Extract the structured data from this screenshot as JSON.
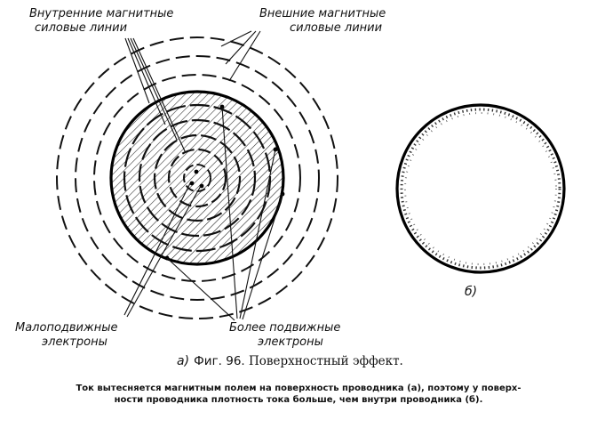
{
  "labels": {
    "inner_lines": [
      "Внутренние магнитные",
      "силовые линии"
    ],
    "outer_lines": [
      "Внешние магнитные",
      "силовые линии"
    ],
    "immobile_electrons": [
      "Малоподвижные",
      "электроны"
    ],
    "mobile_electrons": [
      "Более подвижные",
      "электроны"
    ],
    "sub_a": "а)",
    "sub_b": "б)"
  },
  "caption": {
    "figure": "Фиг. 96.",
    "title": "Поверхностный эффект.",
    "text_line1": "Ток вытесняется магнитным полем на поверхность проводника (а), поэтому у поверх-",
    "text_line2": "ности проводника плотность тока больше, чем внутри проводника (б)."
  }
}
